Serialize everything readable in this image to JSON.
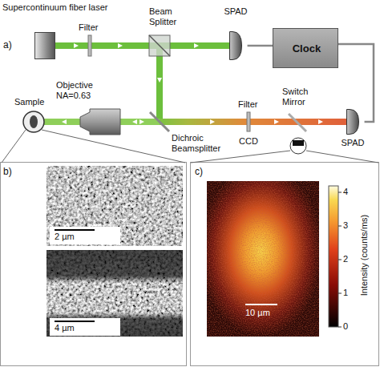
{
  "diagram": {
    "nodes": [
      {
        "text": [
          "Supercontinuum fiber laser"
        ]
      },
      {
        "text": [
          "SPAD"
        ]
      },
      {
        "text": [
          "Clock"
        ]
      },
      {
        "text": [
          "SPAD"
        ]
      }
    ],
    "edges": [
      {
        "from": 2,
        "to": 1,
        "arrow": "none"
      },
      {
        "from": 2,
        "to": 3,
        "arrow": "none"
      }
    ],
    "labels": [
      "a)",
      "Filter",
      "Beam Splitter",
      "Sample",
      "Objective NA=0.63",
      "Dichroic Beamsplitter",
      "Filter",
      "Switch Mirror",
      "CCD",
      "b)",
      "2 µm",
      "4 µm",
      "c)",
      "10 µm",
      "Intensity (counts/ms)",
      "4",
      "3",
      "2",
      "1",
      "0"
    ]
  }
}
